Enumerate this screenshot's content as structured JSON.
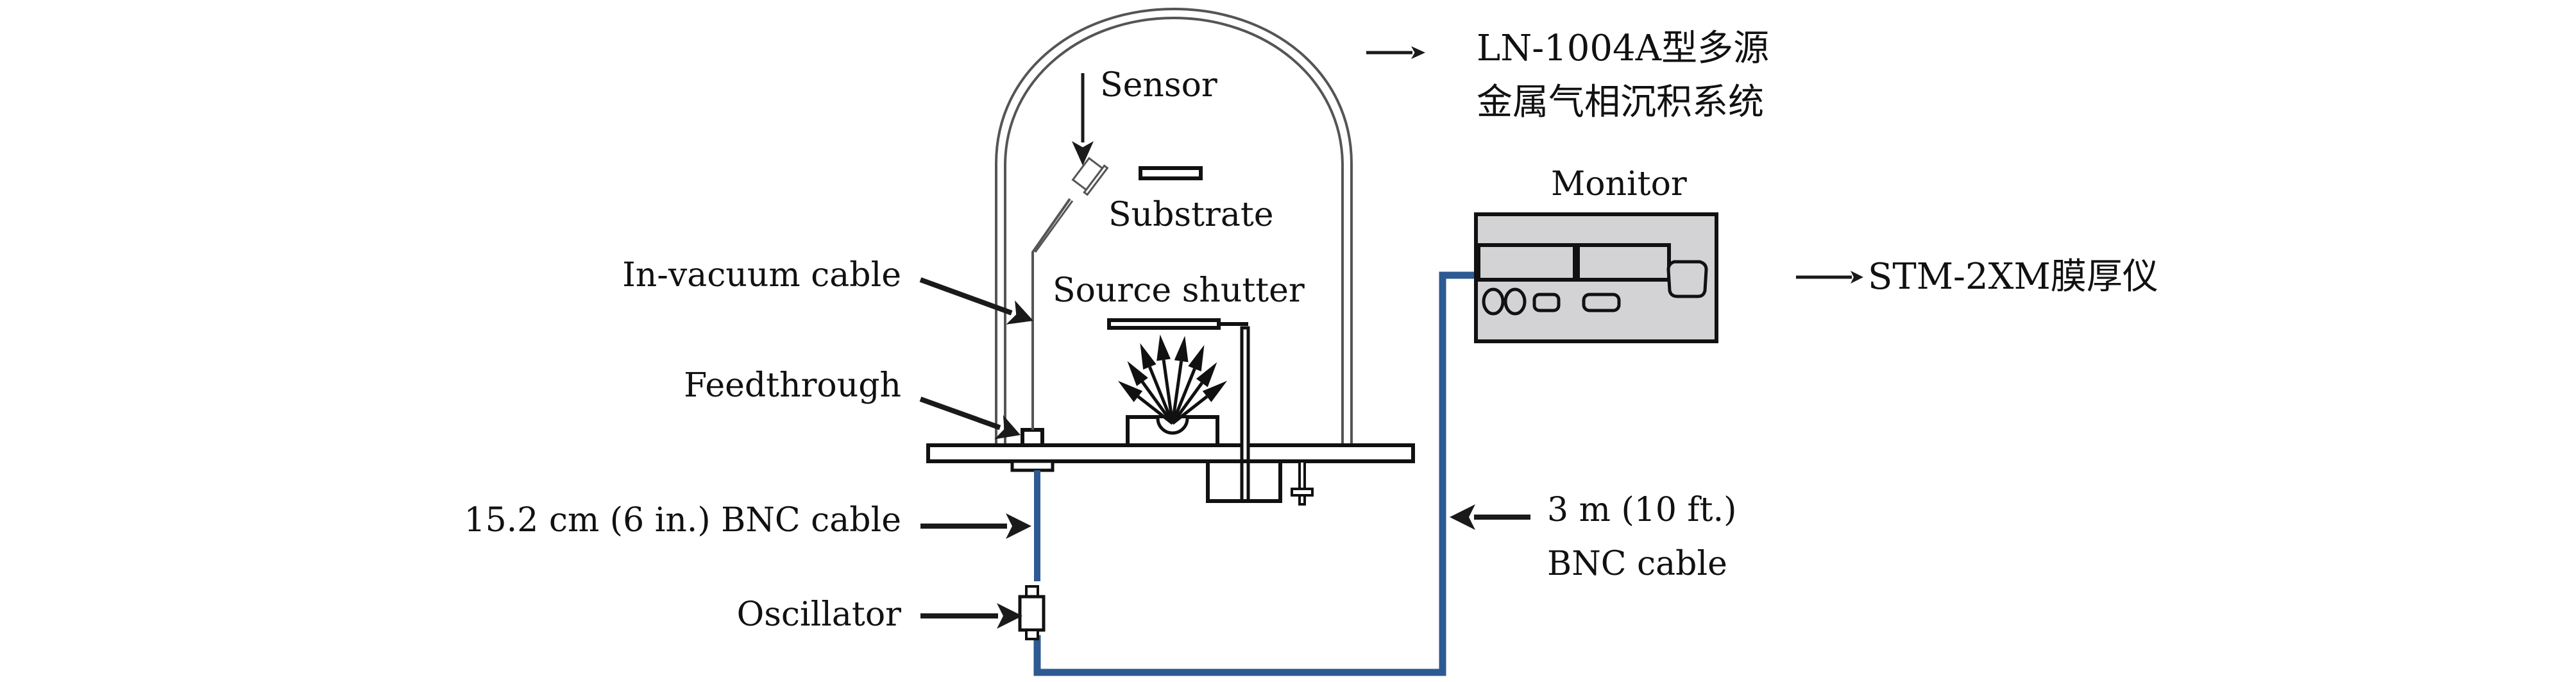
{
  "title": "LN-1004A vapor deposition system with STM-2XM film thickness monitor schematic",
  "colors": {
    "cable": "#2d5a92",
    "outline": "#111111",
    "dome": "#555555",
    "monitor_fill": "#d3d3d5"
  },
  "labels": {
    "system_line1": "LN-1004A型多源",
    "system_line2": "金属气相沉积系统",
    "sensor": "Sensor",
    "substrate": "Substrate",
    "source_shutter": "Source shutter",
    "in_vacuum_cable": "In-vacuum cable",
    "feedthrough": "Feedthrough",
    "short_bnc_cable": "15.2 cm (6 in.) BNC cable",
    "oscillator": "Oscillator",
    "long_bnc_line1": "3 m (10 ft.)",
    "long_bnc_line2": "BNC cable",
    "monitor": "Monitor",
    "monitor_model": "STM-2XM膜厚仪"
  }
}
